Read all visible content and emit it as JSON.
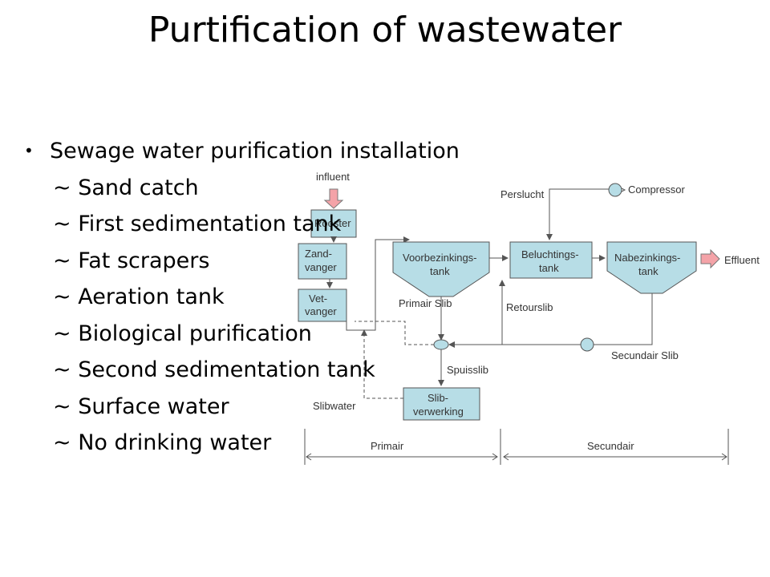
{
  "slide": {
    "title": "Purtification of wastewater",
    "bullet_heading": "Sewage water purification installation",
    "bullet_items": [
      "~ Sand catch",
      "~ First sedimentation tank",
      "~ Fat scrapers",
      "~ Aeration tank",
      "~ Biological purification",
      "~ Second sedimentation tank",
      "~ Surface water",
      "~ No drinking water"
    ]
  },
  "diagram": {
    "influent": "influent",
    "rooster": "Rooster",
    "zandvanger": [
      "Zand-",
      "vanger"
    ],
    "vetvanger": [
      "Vet-",
      "vanger"
    ],
    "voorbezinking": [
      "Voorbezinkings-",
      "tank"
    ],
    "beluchting": [
      "Beluchtings-",
      "tank"
    ],
    "nabezinking": [
      "Nabezinkings-",
      "tank"
    ],
    "slibverwerking": [
      "Slib-",
      "verwerking"
    ],
    "persllucht": "Perslucht",
    "compressor": "Compressor",
    "effluent": "Effluent",
    "primair_slib": "Primair Slib",
    "retourslib": "Retourslib",
    "secundair_slib": "Secundair Slib",
    "spuisslib": "Spuisslib",
    "slibwater": "Slibwater",
    "primair": "Primair",
    "secundair": "Secundair",
    "colors": {
      "box_fill": "#b7dde6",
      "box_stroke": "#555555",
      "line": "#555555",
      "arrow_fill": "#f4a3a8"
    }
  }
}
